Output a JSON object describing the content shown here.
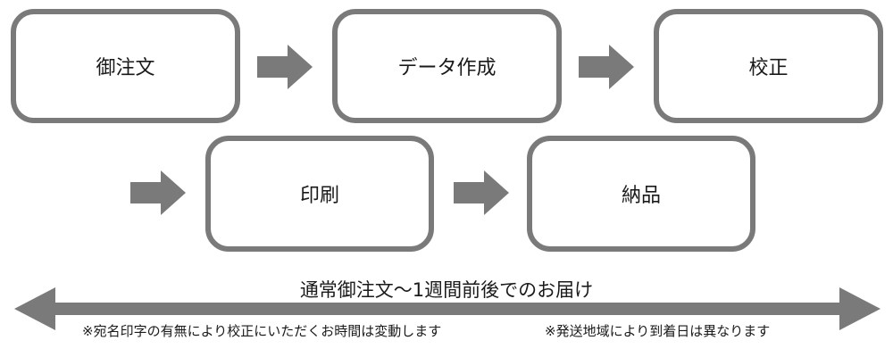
{
  "steps": [
    {
      "label": "御注文"
    },
    {
      "label": "データ作成"
    },
    {
      "label": "校正"
    },
    {
      "label": "印刷"
    },
    {
      "label": "納品"
    }
  ],
  "timeline": {
    "caption": "通常御注文〜1週間前後でのお届け",
    "notes": [
      "※宛名印字の有無により校正にいただくお時間は変動します",
      "※発送地域により到着日は異なります"
    ]
  },
  "colors": {
    "border": "#7a7a7a",
    "arrow": "#7a7a7a",
    "text": "#1a1a1a"
  }
}
